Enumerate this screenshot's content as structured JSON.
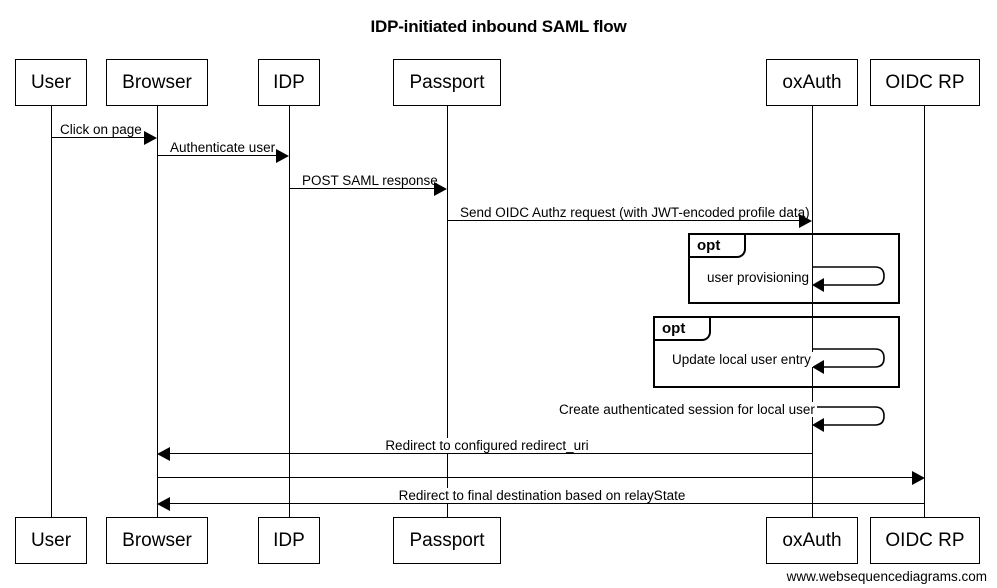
{
  "diagram": {
    "title": "IDP-initiated inbound SAML flow",
    "type": "sequence-diagram",
    "footer_credit": "www.websequencediagrams.com",
    "colors": {
      "stroke": "#000000",
      "background": "#ffffff",
      "text": "#000000"
    }
  },
  "participants": [
    {
      "id": "user",
      "label": "User"
    },
    {
      "id": "browser",
      "label": "Browser"
    },
    {
      "id": "idp",
      "label": "IDP"
    },
    {
      "id": "passport",
      "label": "Passport"
    },
    {
      "id": "oxauth",
      "label": "oxAuth"
    },
    {
      "id": "oidcrp",
      "label": "OIDC RP"
    }
  ],
  "messages": [
    {
      "index": 1,
      "from": "user",
      "to": "browser",
      "label": "Click on page",
      "direction": "right",
      "kind": "call"
    },
    {
      "index": 2,
      "from": "browser",
      "to": "idp",
      "label": "Authenticate user",
      "direction": "right",
      "kind": "call"
    },
    {
      "index": 3,
      "from": "idp",
      "to": "passport",
      "label": "POST SAML response",
      "direction": "right",
      "kind": "call"
    },
    {
      "index": 4,
      "from": "passport",
      "to": "oxauth",
      "label": "Send OIDC Authz request (with JWT-encoded profile data)",
      "direction": "right",
      "kind": "call"
    },
    {
      "index": 5,
      "from": "oxauth",
      "to": "oxauth",
      "label": "user provisioning",
      "direction": "self",
      "kind": "self",
      "fragment": "opt-1"
    },
    {
      "index": 6,
      "from": "oxauth",
      "to": "oxauth",
      "label": "Update local user entry",
      "direction": "self",
      "kind": "self",
      "fragment": "opt-2"
    },
    {
      "index": 7,
      "from": "oxauth",
      "to": "oxauth",
      "label": "Create authenticated session for local user",
      "direction": "self",
      "kind": "self"
    },
    {
      "index": 8,
      "from": "oxauth",
      "to": "browser",
      "label": "Redirect to configured redirect_uri",
      "direction": "left",
      "kind": "return"
    },
    {
      "index": 9,
      "from": "browser",
      "to": "oidcrp",
      "label": "",
      "direction": "right",
      "kind": "call"
    },
    {
      "index": 10,
      "from": "oidcrp",
      "to": "browser",
      "label": "Redirect to final destination based on relayState",
      "direction": "left",
      "kind": "return"
    }
  ],
  "fragments": [
    {
      "id": "opt-1",
      "operator": "opt",
      "label": "opt"
    },
    {
      "id": "opt-2",
      "operator": "opt",
      "label": "opt"
    }
  ]
}
